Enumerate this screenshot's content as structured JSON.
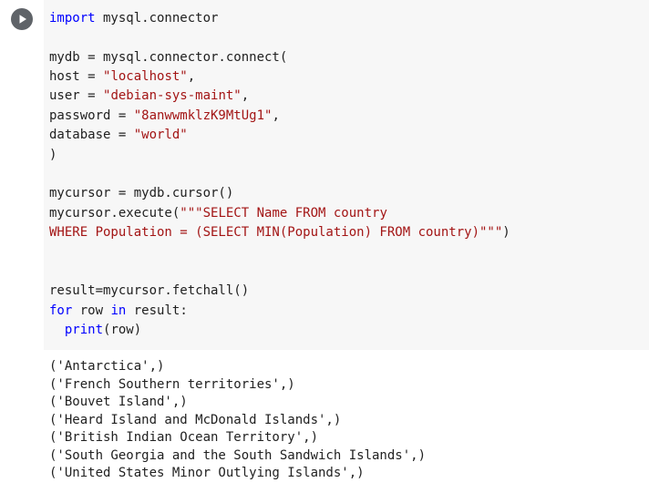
{
  "cell": {
    "run_icon": "play-icon",
    "code": [
      {
        "text": "import mysql.connector",
        "kind": "plain"
      },
      {
        "text": "",
        "kind": "plain"
      },
      {
        "text": "mydb = mysql.connector.connect(",
        "kind": "plain"
      },
      {
        "prefix": "host = ",
        "string": "\"localhost\"",
        "suffix": ","
      },
      {
        "prefix": "user = ",
        "string": "\"debian-sys-maint\"",
        "suffix": ","
      },
      {
        "prefix": "password = ",
        "string": "\"8anwwmklzK9MtUg1\"",
        "suffix": ","
      },
      {
        "prefix": "database = ",
        "string": "\"world\"",
        "suffix": ""
      },
      {
        "text": ")",
        "kind": "plain"
      },
      {
        "text": "",
        "kind": "plain"
      },
      {
        "text": "mycursor = mydb.cursor()",
        "kind": "plain"
      },
      {
        "prefix": "mycursor.execute(",
        "string": "\"\"\"SELECT Name FROM country",
        "suffix": ""
      },
      {
        "prefix": "",
        "string": "WHERE Population = (SELECT MIN(Population) FROM country)\"\"\"",
        "suffix": ")"
      },
      {
        "text": "",
        "kind": "plain"
      },
      {
        "text": "",
        "kind": "plain"
      },
      {
        "text": "result=mycursor.fetchall()",
        "kind": "plain"
      },
      {
        "kw1": "for",
        "mid1": " row ",
        "kw2": "in",
        "mid2": " result:"
      },
      {
        "indent": "  ",
        "kw": "print",
        "rest": "(row)"
      }
    ]
  },
  "output": {
    "lines": [
      "('Antarctica',)",
      "('French Southern territories',)",
      "('Bouvet Island',)",
      "('Heard Island and McDonald Islands',)",
      "('British Indian Ocean Territory',)",
      "('South Georgia and the South Sandwich Islands',)",
      "('United States Minor Outlying Islands',)"
    ]
  }
}
